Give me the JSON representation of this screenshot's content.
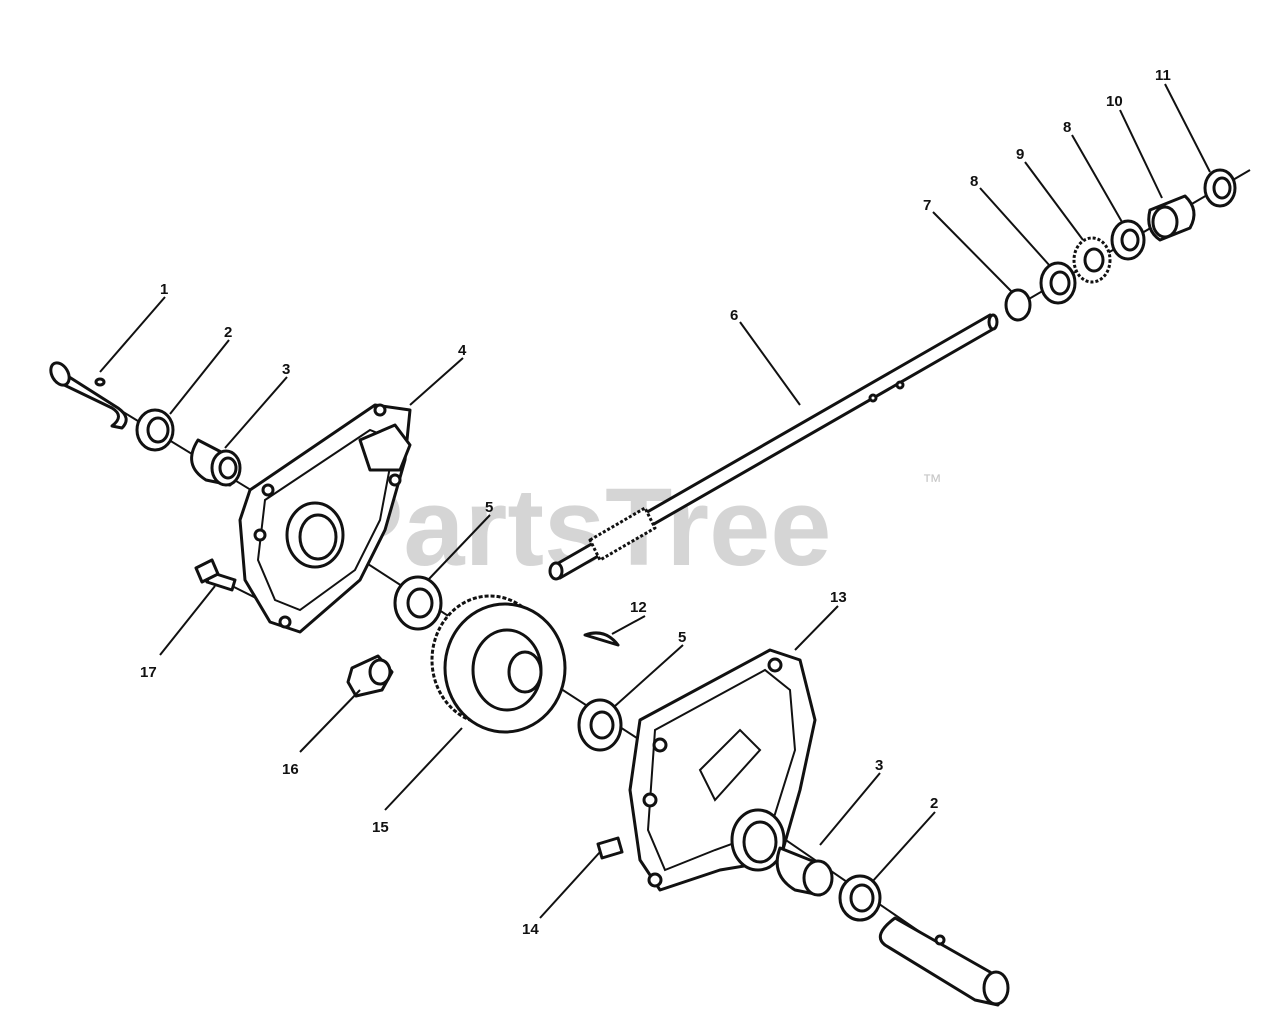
{
  "watermark": {
    "text": "PartsTree",
    "trademark": "™"
  },
  "callouts": [
    {
      "id": "c1",
      "label": "1"
    },
    {
      "id": "c2a",
      "label": "2"
    },
    {
      "id": "c3a",
      "label": "3"
    },
    {
      "id": "c4",
      "label": "4"
    },
    {
      "id": "c5a",
      "label": "5"
    },
    {
      "id": "c6",
      "label": "6"
    },
    {
      "id": "c7",
      "label": "7"
    },
    {
      "id": "c8a",
      "label": "8"
    },
    {
      "id": "c9",
      "label": "9"
    },
    {
      "id": "c8b",
      "label": "8"
    },
    {
      "id": "c10",
      "label": "10"
    },
    {
      "id": "c11",
      "label": "11"
    },
    {
      "id": "c12",
      "label": "12"
    },
    {
      "id": "c5b",
      "label": "5"
    },
    {
      "id": "c13",
      "label": "13"
    },
    {
      "id": "c17",
      "label": "17"
    },
    {
      "id": "c16",
      "label": "16"
    },
    {
      "id": "c15",
      "label": "15"
    },
    {
      "id": "c3b",
      "label": "3"
    },
    {
      "id": "c2b",
      "label": "2"
    },
    {
      "id": "c14",
      "label": "14"
    }
  ]
}
